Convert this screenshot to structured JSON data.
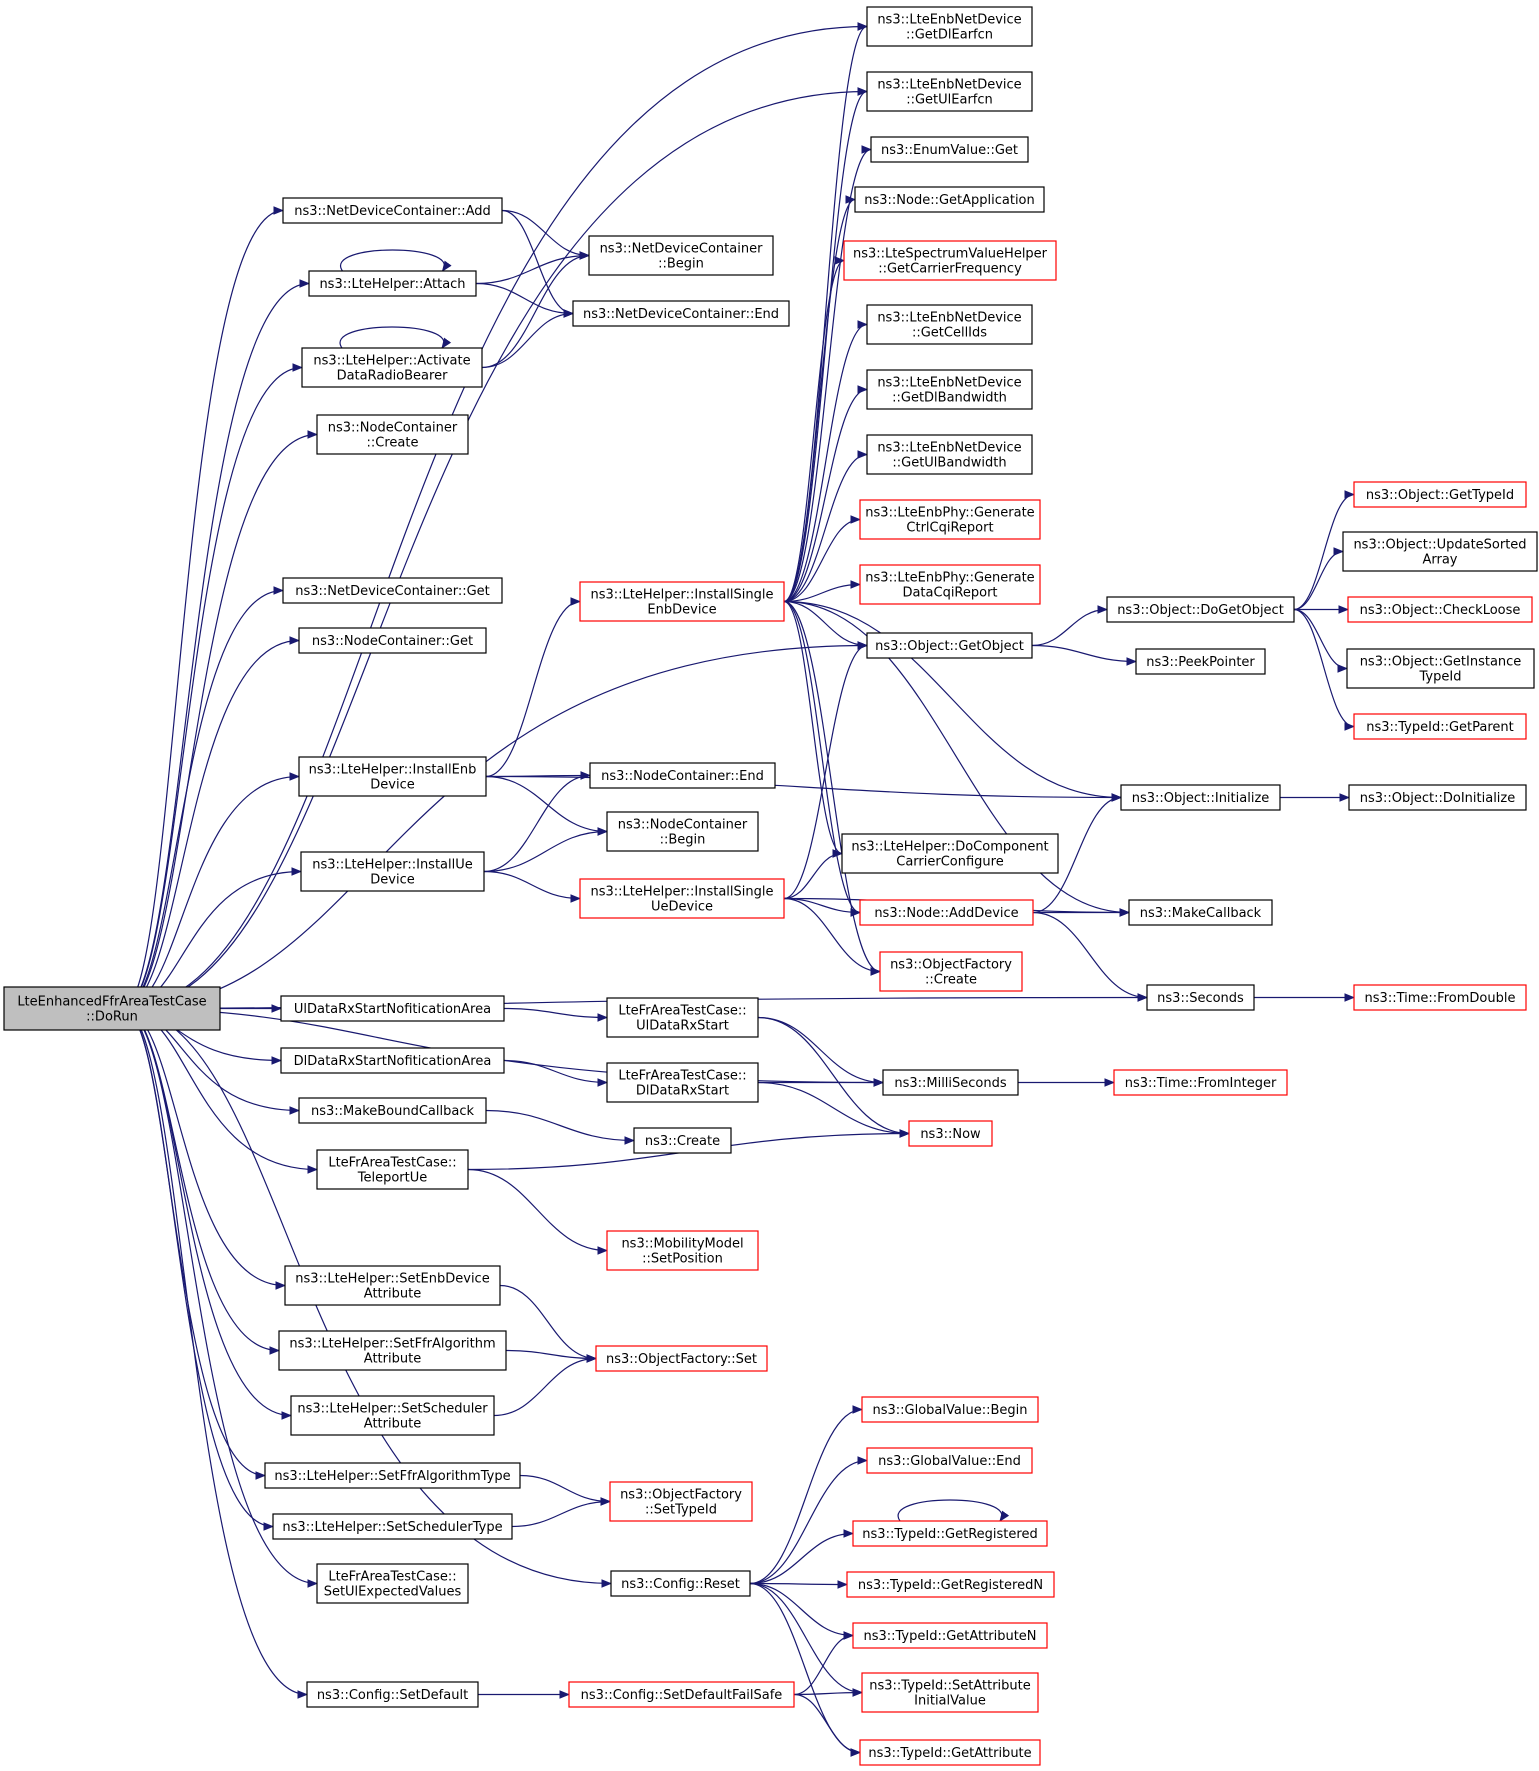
{
  "colors": {
    "edge": "#191970",
    "node_border": "#000000",
    "truncated_node_border": "#ff0000",
    "root_fill": "#bfbfbf"
  },
  "nodes": [
    {
      "id": "root",
      "lines": [
        "LteEnhancedFfrAreaTestCase",
        "::DoRun"
      ],
      "kind": "root"
    },
    {
      "id": "ndc_add",
      "lines": [
        "ns3::NetDeviceContainer::Add"
      ],
      "kind": "normal"
    },
    {
      "id": "lte_attach",
      "lines": [
        "ns3::LteHelper::Attach"
      ],
      "kind": "normal"
    },
    {
      "id": "lte_adrb",
      "lines": [
        "ns3::LteHelper::Activate",
        "DataRadioBearer"
      ],
      "kind": "normal"
    },
    {
      "id": "nc_create",
      "lines": [
        "ns3::NodeContainer",
        "::Create"
      ],
      "kind": "normal"
    },
    {
      "id": "ndc_get",
      "lines": [
        "ns3::NetDeviceContainer::Get"
      ],
      "kind": "normal"
    },
    {
      "id": "nc_get",
      "lines": [
        "ns3::NodeContainer::Get"
      ],
      "kind": "normal"
    },
    {
      "id": "lte_install_enb",
      "lines": [
        "ns3::LteHelper::InstallEnb",
        "Device"
      ],
      "kind": "normal"
    },
    {
      "id": "lte_install_ue",
      "lines": [
        "ns3::LteHelper::InstallUe",
        "Device"
      ],
      "kind": "normal"
    },
    {
      "id": "ul_notif",
      "lines": [
        "UlDataRxStartNofiticationArea"
      ],
      "kind": "normal"
    },
    {
      "id": "dl_notif",
      "lines": [
        "DlDataRxStartNofiticationArea"
      ],
      "kind": "normal"
    },
    {
      "id": "make_bound",
      "lines": [
        "ns3::MakeBoundCallback"
      ],
      "kind": "normal"
    },
    {
      "id": "teleport",
      "lines": [
        "LteFrAreaTestCase::",
        "TeleportUe"
      ],
      "kind": "normal"
    },
    {
      "id": "set_enb_attr",
      "lines": [
        "ns3::LteHelper::SetEnbDevice",
        "Attribute"
      ],
      "kind": "normal"
    },
    {
      "id": "set_ffr_attr",
      "lines": [
        "ns3::LteHelper::SetFfrAlgorithm",
        "Attribute"
      ],
      "kind": "normal"
    },
    {
      "id": "set_sched_attr",
      "lines": [
        "ns3::LteHelper::SetScheduler",
        "Attribute"
      ],
      "kind": "normal"
    },
    {
      "id": "set_ffr_type",
      "lines": [
        "ns3::LteHelper::SetFfrAlgorithmType"
      ],
      "kind": "normal"
    },
    {
      "id": "set_sched_type",
      "lines": [
        "ns3::LteHelper::SetSchedulerType"
      ],
      "kind": "normal"
    },
    {
      "id": "set_ul_expected",
      "lines": [
        "LteFrAreaTestCase::",
        "SetUlExpectedValues"
      ],
      "kind": "normal"
    },
    {
      "id": "cfg_setdefault",
      "lines": [
        "ns3::Config::SetDefault"
      ],
      "kind": "normal"
    },
    {
      "id": "ndc_begin",
      "lines": [
        "ns3::NetDeviceContainer",
        "::Begin"
      ],
      "kind": "normal"
    },
    {
      "id": "ndc_end",
      "lines": [
        "ns3::NetDeviceContainer::End"
      ],
      "kind": "normal"
    },
    {
      "id": "lte_install_single_enb",
      "lines": [
        "ns3::LteHelper::InstallSingle",
        "EnbDevice"
      ],
      "kind": "trunc"
    },
    {
      "id": "nc_end",
      "lines": [
        "ns3::NodeContainer::End"
      ],
      "kind": "normal"
    },
    {
      "id": "nc_begin",
      "lines": [
        "ns3::NodeContainer",
        "::Begin"
      ],
      "kind": "normal"
    },
    {
      "id": "lte_install_single_ue",
      "lines": [
        "ns3::LteHelper::InstallSingle",
        "UeDevice"
      ],
      "kind": "trunc"
    },
    {
      "id": "ul_rx_start",
      "lines": [
        "LteFrAreaTestCase::",
        "UlDataRxStart"
      ],
      "kind": "normal"
    },
    {
      "id": "dl_rx_start",
      "lines": [
        "LteFrAreaTestCase::",
        "DlDataRxStart"
      ],
      "kind": "normal"
    },
    {
      "id": "ns3_create",
      "lines": [
        "ns3::Create"
      ],
      "kind": "normal"
    },
    {
      "id": "mm_setpos",
      "lines": [
        "ns3::MobilityModel",
        "::SetPosition"
      ],
      "kind": "trunc"
    },
    {
      "id": "of_set",
      "lines": [
        "ns3::ObjectFactory::Set"
      ],
      "kind": "trunc"
    },
    {
      "id": "of_settypeid",
      "lines": [
        "ns3::ObjectFactory",
        "::SetTypeId"
      ],
      "kind": "trunc"
    },
    {
      "id": "cfg_reset",
      "lines": [
        "ns3::Config::Reset"
      ],
      "kind": "normal"
    },
    {
      "id": "cfg_setdefault_fs",
      "lines": [
        "ns3::Config::SetDefaultFailSafe"
      ],
      "kind": "trunc"
    },
    {
      "id": "enb_getdlearfcn",
      "lines": [
        "ns3::LteEnbNetDevice",
        "::GetDlEarfcn"
      ],
      "kind": "normal"
    },
    {
      "id": "enb_getulearfcn",
      "lines": [
        "ns3::LteEnbNetDevice",
        "::GetUlEarfcn"
      ],
      "kind": "normal"
    },
    {
      "id": "enum_get",
      "lines": [
        "ns3::EnumValue::Get"
      ],
      "kind": "normal"
    },
    {
      "id": "node_getapp",
      "lines": [
        "ns3::Node::GetApplication"
      ],
      "kind": "normal"
    },
    {
      "id": "spec_carrier",
      "lines": [
        "ns3::LteSpectrumValueHelper",
        "::GetCarrierFrequency"
      ],
      "kind": "trunc"
    },
    {
      "id": "enb_getcellids",
      "lines": [
        "ns3::LteEnbNetDevice",
        "::GetCellIds"
      ],
      "kind": "normal"
    },
    {
      "id": "enb_getdlbw",
      "lines": [
        "ns3::LteEnbNetDevice",
        "::GetDlBandwidth"
      ],
      "kind": "normal"
    },
    {
      "id": "enb_getulbw",
      "lines": [
        "ns3::LteEnbNetDevice",
        "::GetUlBandwidth"
      ],
      "kind": "normal"
    },
    {
      "id": "phy_ctrlcqi",
      "lines": [
        "ns3::LteEnbPhy::Generate",
        "CtrlCqiReport"
      ],
      "kind": "trunc"
    },
    {
      "id": "phy_datacqi",
      "lines": [
        "ns3::LteEnbPhy::Generate",
        "DataCqiReport"
      ],
      "kind": "trunc"
    },
    {
      "id": "obj_getobject",
      "lines": [
        "ns3::Object::GetObject"
      ],
      "kind": "normal"
    },
    {
      "id": "lte_docc",
      "lines": [
        "ns3::LteHelper::DoComponent",
        "CarrierConfigure"
      ],
      "kind": "normal"
    },
    {
      "id": "node_adddevice",
      "lines": [
        "ns3::Node::AddDevice"
      ],
      "kind": "trunc"
    },
    {
      "id": "of_create",
      "lines": [
        "ns3::ObjectFactory",
        "::Create"
      ],
      "kind": "trunc"
    },
    {
      "id": "millisec",
      "lines": [
        "ns3::MilliSeconds"
      ],
      "kind": "normal"
    },
    {
      "id": "ns3_now",
      "lines": [
        "ns3::Now"
      ],
      "kind": "trunc"
    },
    {
      "id": "gv_begin",
      "lines": [
        "ns3::GlobalValue::Begin"
      ],
      "kind": "trunc"
    },
    {
      "id": "gv_end",
      "lines": [
        "ns3::GlobalValue::End"
      ],
      "kind": "trunc"
    },
    {
      "id": "tid_getreg",
      "lines": [
        "ns3::TypeId::GetRegistered"
      ],
      "kind": "trunc"
    },
    {
      "id": "tid_getregn",
      "lines": [
        "ns3::TypeId::GetRegisteredN"
      ],
      "kind": "trunc"
    },
    {
      "id": "tid_getattrn",
      "lines": [
        "ns3::TypeId::GetAttributeN"
      ],
      "kind": "trunc"
    },
    {
      "id": "tid_setattrinit",
      "lines": [
        "ns3::TypeId::SetAttribute",
        "InitialValue"
      ],
      "kind": "trunc"
    },
    {
      "id": "tid_getattr",
      "lines": [
        "ns3::TypeId::GetAttribute"
      ],
      "kind": "trunc"
    },
    {
      "id": "obj_dogetobject",
      "lines": [
        "ns3::Object::DoGetObject"
      ],
      "kind": "normal"
    },
    {
      "id": "peekpointer",
      "lines": [
        "ns3::PeekPointer"
      ],
      "kind": "normal"
    },
    {
      "id": "obj_initialize",
      "lines": [
        "ns3::Object::Initialize"
      ],
      "kind": "normal"
    },
    {
      "id": "makecallback",
      "lines": [
        "ns3::MakeCallback"
      ],
      "kind": "normal"
    },
    {
      "id": "seconds",
      "lines": [
        "ns3::Seconds"
      ],
      "kind": "normal"
    },
    {
      "id": "time_fromint",
      "lines": [
        "ns3::Time::FromInteger"
      ],
      "kind": "trunc"
    },
    {
      "id": "obj_gettypeid",
      "lines": [
        "ns3::Object::GetTypeId"
      ],
      "kind": "trunc"
    },
    {
      "id": "obj_updsorted",
      "lines": [
        "ns3::Object::UpdateSorted",
        "Array"
      ],
      "kind": "normal"
    },
    {
      "id": "obj_checkloose",
      "lines": [
        "ns3::Object::CheckLoose"
      ],
      "kind": "trunc"
    },
    {
      "id": "obj_getinsttid",
      "lines": [
        "ns3::Object::GetInstance",
        "TypeId"
      ],
      "kind": "normal"
    },
    {
      "id": "tid_getparent",
      "lines": [
        "ns3::TypeId::GetParent"
      ],
      "kind": "trunc"
    },
    {
      "id": "obj_doinit",
      "lines": [
        "ns3::Object::DoInitialize"
      ],
      "kind": "normal"
    },
    {
      "id": "time_fromdouble",
      "lines": [
        "ns3::Time::FromDouble"
      ],
      "kind": "trunc"
    }
  ],
  "edges": [
    [
      "root",
      "ndc_add"
    ],
    [
      "root",
      "lte_attach"
    ],
    [
      "root",
      "lte_adrb"
    ],
    [
      "root",
      "nc_create"
    ],
    [
      "root",
      "enb_getdlearfcn"
    ],
    [
      "root",
      "enb_getulearfcn"
    ],
    [
      "root",
      "ndc_get"
    ],
    [
      "root",
      "nc_get"
    ],
    [
      "root",
      "obj_getobject"
    ],
    [
      "root",
      "lte_install_enb"
    ],
    [
      "root",
      "lte_install_ue"
    ],
    [
      "root",
      "millisec"
    ],
    [
      "root",
      "ul_notif"
    ],
    [
      "root",
      "dl_notif"
    ],
    [
      "root",
      "make_bound"
    ],
    [
      "root",
      "teleport"
    ],
    [
      "root",
      "seconds"
    ],
    [
      "root",
      "set_enb_attr"
    ],
    [
      "root",
      "set_ffr_attr"
    ],
    [
      "root",
      "set_sched_attr"
    ],
    [
      "root",
      "set_ffr_type"
    ],
    [
      "root",
      "set_sched_type"
    ],
    [
      "root",
      "set_ul_expected"
    ],
    [
      "root",
      "cfg_reset"
    ],
    [
      "root",
      "cfg_setdefault"
    ],
    [
      "ndc_add",
      "ndc_begin"
    ],
    [
      "ndc_add",
      "ndc_end"
    ],
    [
      "lte_attach",
      "lte_attach"
    ],
    [
      "lte_attach",
      "ndc_begin"
    ],
    [
      "lte_attach",
      "ndc_end"
    ],
    [
      "lte_adrb",
      "lte_adrb"
    ],
    [
      "lte_adrb",
      "ndc_begin"
    ],
    [
      "lte_adrb",
      "ndc_end"
    ],
    [
      "lte_install_enb",
      "lte_install_single_enb"
    ],
    [
      "lte_install_enb",
      "nc_end"
    ],
    [
      "lte_install_enb",
      "nc_begin"
    ],
    [
      "lte_install_enb",
      "obj_initialize"
    ],
    [
      "lte_install_ue",
      "nc_end"
    ],
    [
      "lte_install_ue",
      "nc_begin"
    ],
    [
      "lte_install_ue",
      "lte_install_single_ue"
    ],
    [
      "ul_notif",
      "ul_rx_start"
    ],
    [
      "dl_notif",
      "dl_rx_start"
    ],
    [
      "make_bound",
      "ns3_create"
    ],
    [
      "teleport",
      "ns3_now"
    ],
    [
      "teleport",
      "mm_setpos"
    ],
    [
      "set_enb_attr",
      "of_set"
    ],
    [
      "set_ffr_attr",
      "of_set"
    ],
    [
      "set_sched_attr",
      "of_set"
    ],
    [
      "set_ffr_type",
      "of_settypeid"
    ],
    [
      "set_sched_type",
      "of_settypeid"
    ],
    [
      "cfg_setdefault",
      "cfg_setdefault_fs"
    ],
    [
      "lte_install_single_enb",
      "enb_getdlearfcn"
    ],
    [
      "lte_install_single_enb",
      "enb_getulearfcn"
    ],
    [
      "lte_install_single_enb",
      "enum_get"
    ],
    [
      "lte_install_single_enb",
      "node_getapp"
    ],
    [
      "lte_install_single_enb",
      "spec_carrier"
    ],
    [
      "lte_install_single_enb",
      "enb_getcellids"
    ],
    [
      "lte_install_single_enb",
      "enb_getdlbw"
    ],
    [
      "lte_install_single_enb",
      "enb_getulbw"
    ],
    [
      "lte_install_single_enb",
      "phy_ctrlcqi"
    ],
    [
      "lte_install_single_enb",
      "phy_datacqi"
    ],
    [
      "lte_install_single_enb",
      "obj_getobject"
    ],
    [
      "lte_install_single_enb",
      "obj_initialize"
    ],
    [
      "lte_install_single_enb",
      "makecallback"
    ],
    [
      "lte_install_single_enb",
      "lte_docc"
    ],
    [
      "lte_install_single_enb",
      "node_adddevice"
    ],
    [
      "lte_install_single_enb",
      "of_create"
    ],
    [
      "lte_install_single_ue",
      "lte_docc"
    ],
    [
      "lte_install_single_ue",
      "obj_getobject"
    ],
    [
      "lte_install_single_ue",
      "node_adddevice"
    ],
    [
      "lte_install_single_ue",
      "of_create"
    ],
    [
      "lte_install_single_ue",
      "makecallback"
    ],
    [
      "ul_rx_start",
      "millisec"
    ],
    [
      "ul_rx_start",
      "ns3_now"
    ],
    [
      "dl_rx_start",
      "millisec"
    ],
    [
      "dl_rx_start",
      "ns3_now"
    ],
    [
      "cfg_reset",
      "gv_begin"
    ],
    [
      "cfg_reset",
      "gv_end"
    ],
    [
      "cfg_reset",
      "tid_getreg"
    ],
    [
      "cfg_reset",
      "tid_getregn"
    ],
    [
      "cfg_reset",
      "tid_getattrn"
    ],
    [
      "cfg_reset",
      "tid_setattrinit"
    ],
    [
      "cfg_reset",
      "tid_getattr"
    ],
    [
      "cfg_setdefault_fs",
      "tid_getattrn"
    ],
    [
      "cfg_setdefault_fs",
      "tid_setattrinit"
    ],
    [
      "cfg_setdefault_fs",
      "tid_getattr"
    ],
    [
      "tid_getreg",
      "tid_getreg"
    ],
    [
      "obj_getobject",
      "obj_dogetobject"
    ],
    [
      "obj_getobject",
      "peekpointer"
    ],
    [
      "obj_dogetobject",
      "obj_gettypeid"
    ],
    [
      "obj_dogetobject",
      "obj_updsorted"
    ],
    [
      "obj_dogetobject",
      "obj_checkloose"
    ],
    [
      "obj_dogetobject",
      "obj_getinsttid"
    ],
    [
      "obj_dogetobject",
      "tid_getparent"
    ],
    [
      "node_adddevice",
      "obj_initialize"
    ],
    [
      "node_adddevice",
      "makecallback"
    ],
    [
      "node_adddevice",
      "seconds"
    ],
    [
      "obj_initialize",
      "obj_doinit"
    ],
    [
      "millisec",
      "time_fromint"
    ],
    [
      "seconds",
      "time_fromdouble"
    ]
  ]
}
